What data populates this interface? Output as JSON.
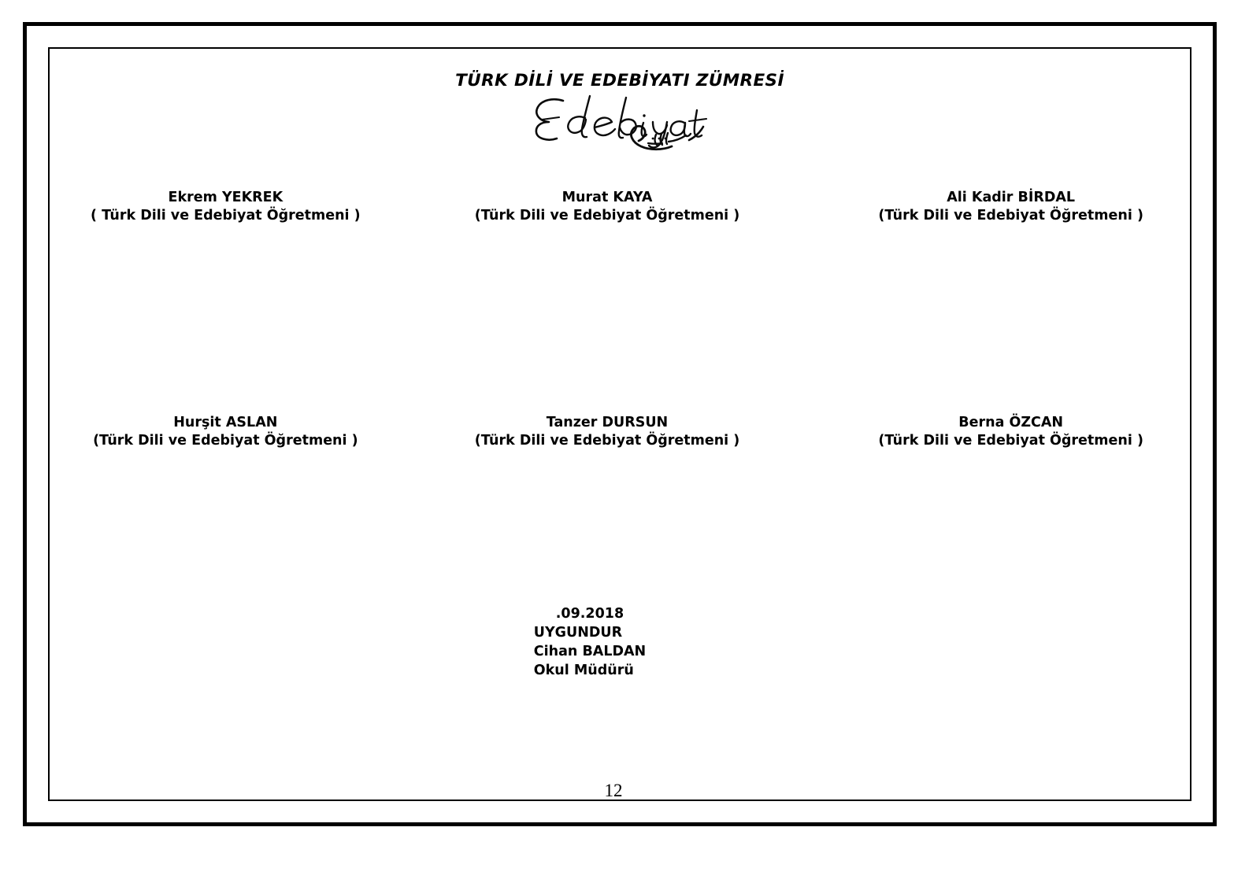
{
  "document": {
    "title": "TÜRK DİLİ VE EDEBİYATI ZÜMRESİ",
    "logo_alt": "Edebiyat",
    "page_number": "12"
  },
  "signatures": {
    "row_1": [
      {
        "name": "Ekrem YEKREK",
        "role": "( Türk Dili ve Edebiyat Öğretmeni )"
      },
      {
        "name": "Murat KAYA",
        "role": "(Türk Dili ve Edebiyat Öğretmeni )"
      },
      {
        "name": "Ali Kadir BİRDAL",
        "role": "(Türk Dili ve Edebiyat Öğretmeni )"
      }
    ],
    "row_2": [
      {
        "name": "Hurşit ASLAN",
        "role": "(Türk Dili ve Edebiyat Öğretmeni )"
      },
      {
        "name": "Tanzer DURSUN",
        "role": "(Türk Dili ve Edebiyat Öğretmeni )"
      },
      {
        "name": "Berna ÖZCAN",
        "role": "(Türk Dili ve Edebiyat Öğretmeni )"
      }
    ]
  },
  "approval": {
    "date": ".09.2018",
    "status": "UYGUNDUR",
    "approver_name": "Cihan BALDAN",
    "approver_title": "Okul Müdürü"
  },
  "colors": {
    "ink": "#000000",
    "paper": "#ffffff"
  }
}
